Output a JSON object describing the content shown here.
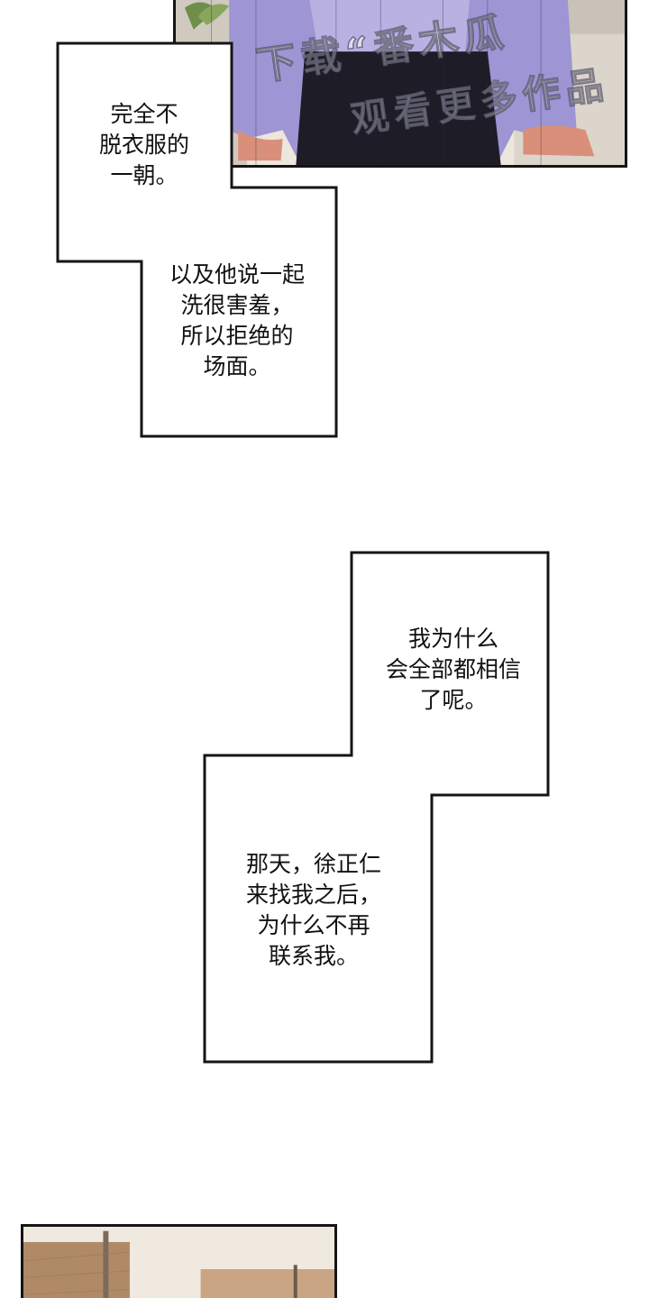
{
  "panels": {
    "top_watermark": {
      "line1": "下载“番木瓜",
      "line2": "观看更多作品"
    }
  },
  "captions": [
    {
      "lines": [
        "完全不",
        "脱衣服的",
        "一朝。"
      ]
    },
    {
      "lines": [
        "以及他说一起",
        "洗很害羞，",
        "所以拒绝的",
        "场面。"
      ]
    },
    {
      "lines": [
        "我为什么",
        "会全部都相信",
        "了呢。"
      ]
    },
    {
      "lines": [
        "那天，徐正仁",
        "来找我之后，",
        "为什么不再",
        "联系我。"
      ]
    }
  ],
  "colors": {
    "border": "#151515",
    "suit": "#9e95d4",
    "wall": "#e9e2d6",
    "skin": "#d98f7a"
  }
}
